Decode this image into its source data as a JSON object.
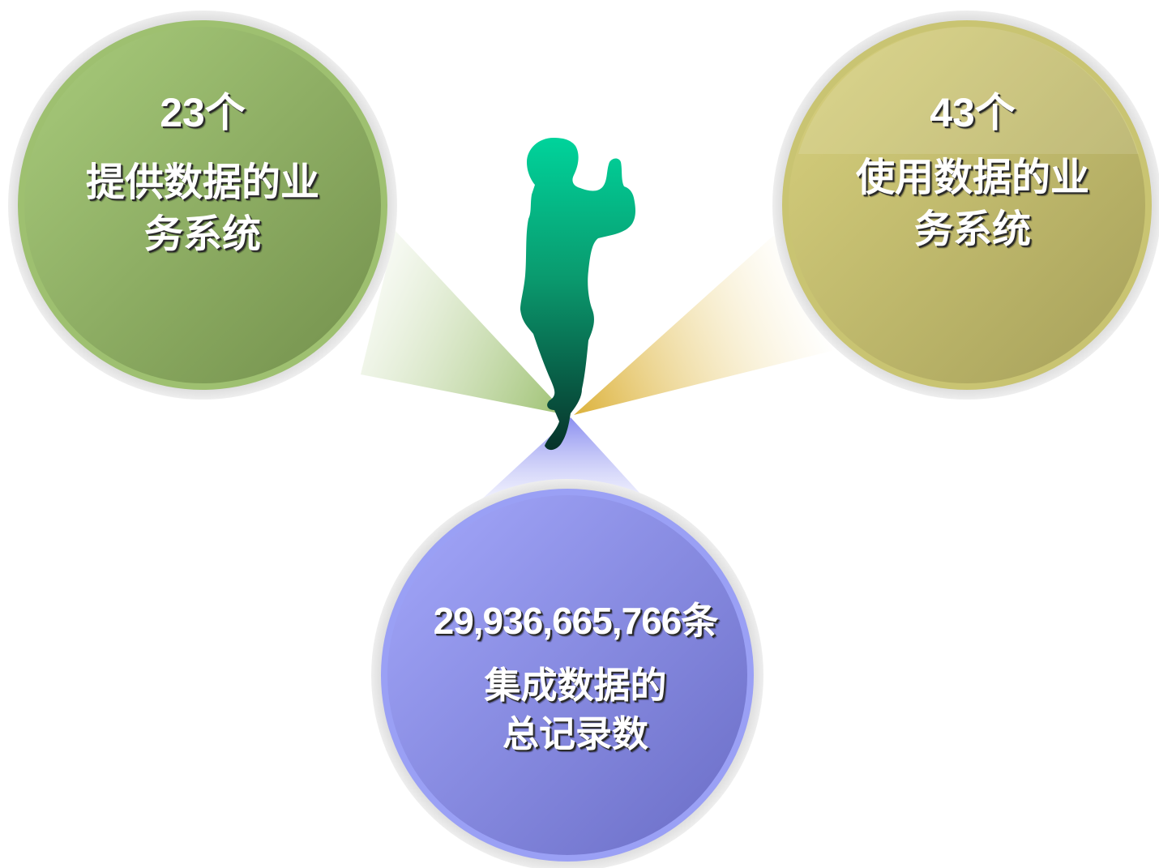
{
  "diagram": {
    "left_circle": {
      "count": "23个",
      "description": "提供数据的业\n务系统",
      "color": "#8fb06a"
    },
    "right_circle": {
      "count": "43个",
      "description": "使用数据的业\n务系统",
      "color": "#c4be6e"
    },
    "bottom_circle": {
      "count": "29,936,665,766条",
      "description": "集成数据的\n总记录数",
      "color": "#8a8ee6"
    },
    "figure": {
      "icon": "thumbs-up-person-silhouette-icon",
      "color": "#00c896"
    }
  }
}
